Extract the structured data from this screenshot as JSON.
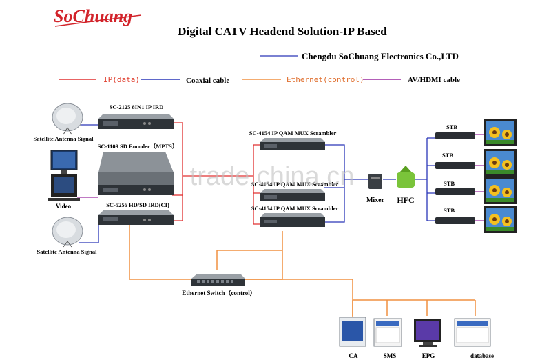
{
  "logo": {
    "text": "SoChuang",
    "color": "#d2232a"
  },
  "title": "Digital CATV Headend Solution-IP Based",
  "company": "Chengdu SoChuang Electronics Co.,LTD",
  "legend": {
    "ip": "IP(data)",
    "coax": "Coaxial cable",
    "eth": "Ethernet(control)",
    "av": "AV/HDMI cable"
  },
  "colors": {
    "ip": "#e03030",
    "coax": "#2a36b8",
    "eth": "#f09040",
    "av": "#9a2aa0",
    "title": "#1f2f8f",
    "legend_text": "#e04030"
  },
  "devices": {
    "ird": "SC-2125 8IN1 IP IRD",
    "encoder": "SC-1109 SD  Encoder（MPTS）",
    "hdird": "SC-5256 HD/SD IRD(CI)",
    "mux1": "SC-4154 IP QAM MUX Scrambler",
    "mux2": "SC-4154 IP QAM MUX Scrambler",
    "mux3": "SC-4154 IP QAM MUX Scrambler",
    "switch": "Ethernet Switch（control）"
  },
  "sources": {
    "sat1": "Satellite Antenna Signal",
    "video": "Video",
    "sat2": "Satellite Antenna Signal"
  },
  "distribution": {
    "mixer": "Mixer",
    "hfc": "HFC",
    "stb": [
      "STB",
      "STB",
      "STB",
      "STB"
    ]
  },
  "servers": [
    "CA",
    "SMS",
    "EPG",
    "database"
  ],
  "watermark": "trade.china.cn"
}
